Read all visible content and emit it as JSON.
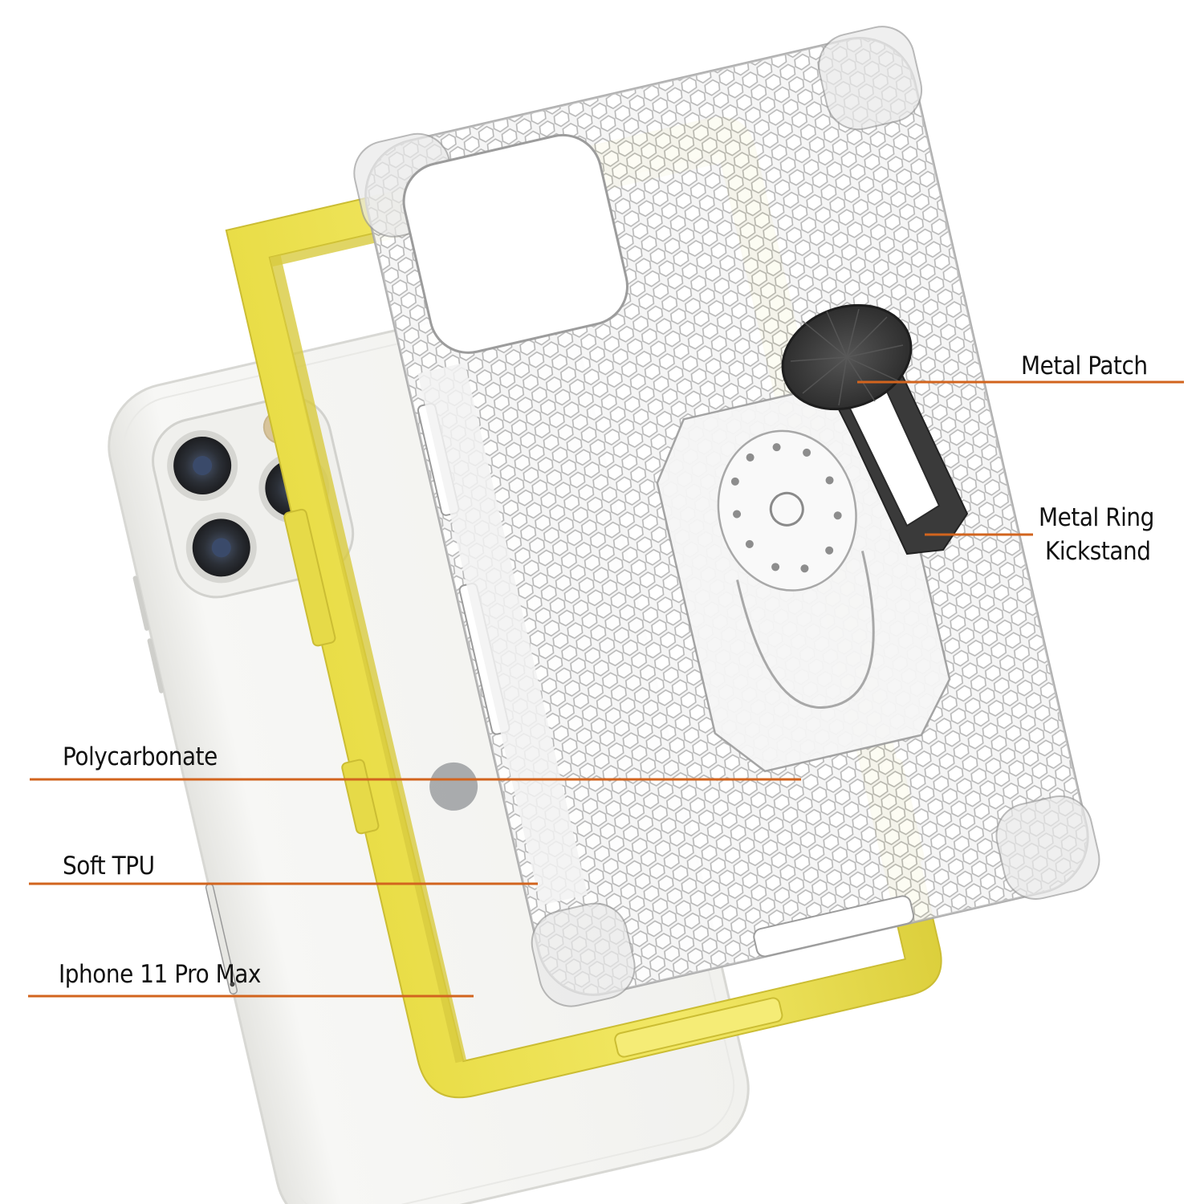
{
  "diagram": {
    "title": "Exploded view of clear honeycomb case with yellow bumper and ring kickstand",
    "colors": {
      "leader_line": "#D2641E",
      "bumper_yellow": "#EFE45A",
      "bumper_shadow": "#D9CC3C",
      "clear_case": "#E8E8E8",
      "case_outline": "#9A9A9A",
      "ring": "#3C3C3C",
      "phone_body": "#F4F4F2",
      "background": "#FFFFFF"
    },
    "components": [
      {
        "id": "phone",
        "name": "Iphone 11 Pro Max"
      },
      {
        "id": "bumper",
        "name": "Soft TPU"
      },
      {
        "id": "back_shell",
        "name": "Polycarbonate"
      },
      {
        "id": "patch",
        "name": "Metal Patch"
      },
      {
        "id": "ring",
        "name": "Metal Ring Kickstand"
      }
    ]
  },
  "labels": {
    "metal_patch": "Metal Patch",
    "metal_ring_line1": "Metal Ring",
    "metal_ring_line2": "Kickstand",
    "polycarbonate": "Polycarbonate",
    "soft_tpu": "Soft TPU",
    "phone": "Iphone 11 Pro Max"
  }
}
